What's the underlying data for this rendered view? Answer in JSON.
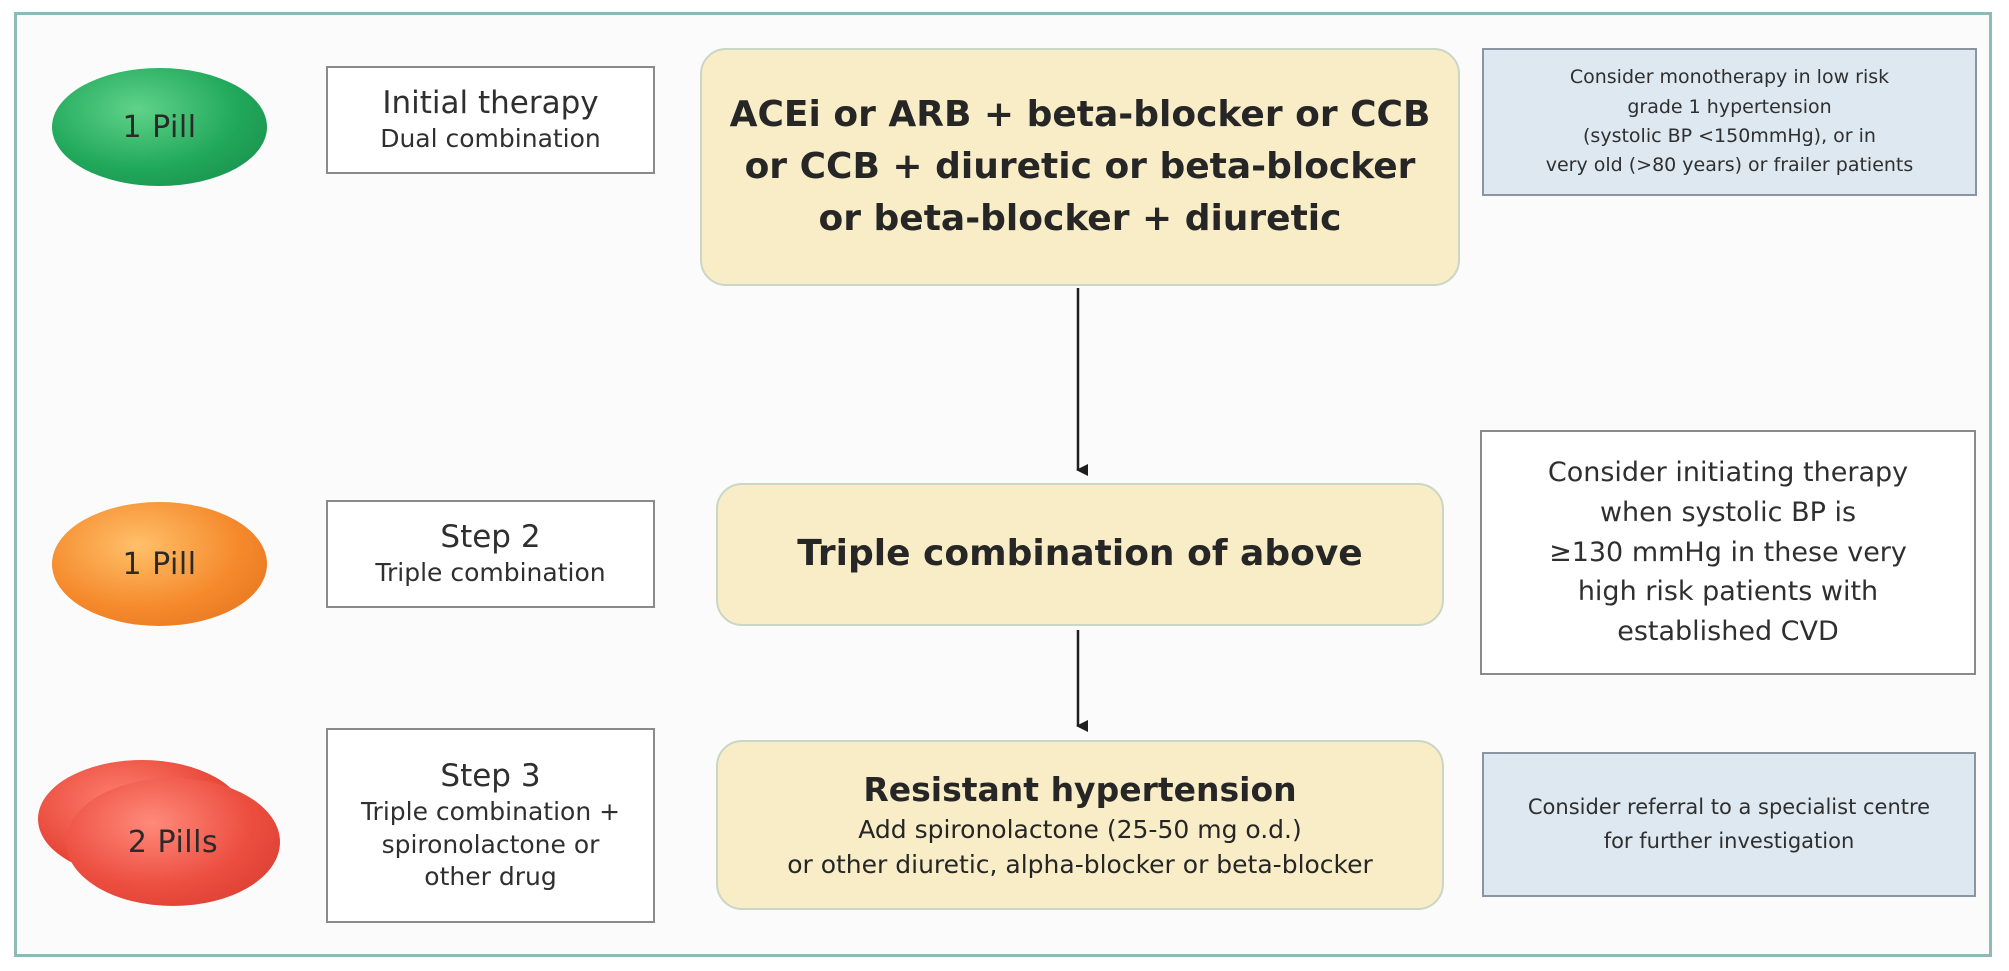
{
  "rows": [
    {
      "pill_label": "1 Pill",
      "pill_color": "#21a85a",
      "step_title": "Initial therapy",
      "step_sub": [
        "Dual combination"
      ],
      "drug_lines": [
        "ACEi or ARB + beta-blocker or CCB",
        "or CCB + diuretic or beta-blocker",
        "or beta-blocker + diuretic"
      ],
      "note_lines": [
        "Consider monotherapy in low risk",
        "grade 1 hypertension",
        "(systolic BP <150mmHg), or in",
        "very old (>80 years) or frailer patients"
      ]
    },
    {
      "pill_label": "1 Pill",
      "pill_color": "#f58a2c",
      "step_title": "Step 2",
      "step_sub": [
        "Triple combination"
      ],
      "drug_lines": [
        "Triple combination of above"
      ],
      "note_lines": [
        "Consider initiating therapy",
        "when systolic BP is",
        "≥130 mmHg in these very",
        "high risk patients with",
        "established CVD"
      ]
    },
    {
      "pill_label": "2 Pills",
      "pill_color": "#ec4d3f",
      "step_title": "Step 3",
      "step_sub": [
        "Triple combination +",
        "spironolactone or",
        "other drug"
      ],
      "drug_title": "Resistant hypertension",
      "drug_lines": [
        "Add spironolactone (25-50 mg o.d.)",
        "or other diuretic, alpha-blocker or beta-blocker"
      ],
      "note_lines": [
        "Consider referral to a specialist centre",
        "for further investigation"
      ]
    }
  ]
}
